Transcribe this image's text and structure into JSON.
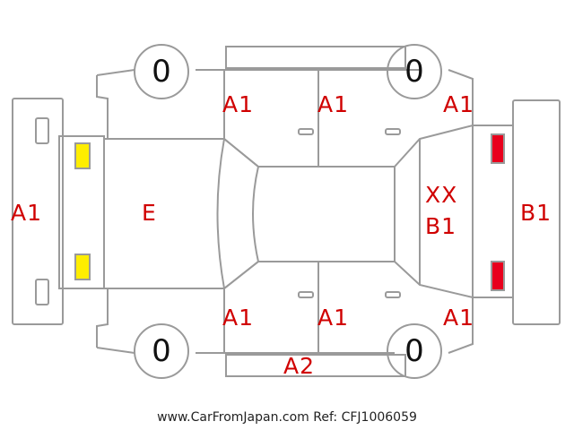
{
  "labels": {
    "roof_front_left": "A1",
    "roof_front_right": "A1",
    "fender_right_top": "A1",
    "front_bumper": "A1",
    "hood": "E",
    "rear_panel_1": "XX",
    "rear_panel_2": "B1",
    "rear_bumper": "B1",
    "door_bottom_left": "A1",
    "door_bottom_right": "A1",
    "fender_right_bottom": "A1",
    "rocker_bottom": "A2"
  },
  "wheels": {
    "front_top": "0",
    "rear_top": "0",
    "front_bottom": "0",
    "rear_bottom": "0"
  },
  "colors": {
    "outline": "#9a9a9a",
    "label": "#d00000",
    "front_light": "#ffee00",
    "rear_light": "#e8001c"
  },
  "footer": "www.CarFromJapan.com Ref: CFJ1006059"
}
